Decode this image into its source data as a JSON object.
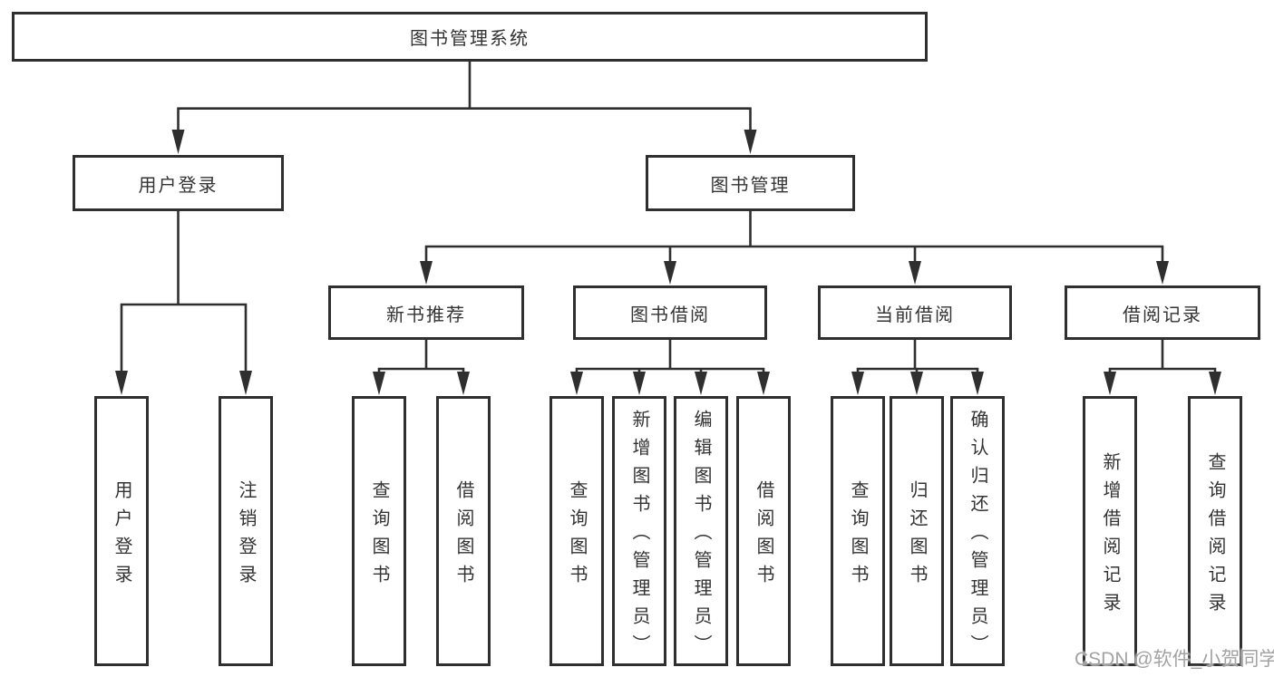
{
  "diagram": {
    "type": "hierarchy-tree",
    "tree": {
      "root": {
        "label": "图书管理系统",
        "children": [
          {
            "label": "用户登录",
            "children": [
              {
                "label": "用户登录"
              },
              {
                "label": "注销登录"
              }
            ]
          },
          {
            "label": "图书管理",
            "children": [
              {
                "label": "新书推荐",
                "children": [
                  {
                    "label": "查询图书"
                  },
                  {
                    "label": "借阅图书"
                  }
                ]
              },
              {
                "label": "图书借阅",
                "children": [
                  {
                    "label": "查询图书"
                  },
                  {
                    "label": "新增图书（管理员）"
                  },
                  {
                    "label": "编辑图书（管理员）"
                  },
                  {
                    "label": "借阅图书"
                  }
                ]
              },
              {
                "label": "当前借阅",
                "children": [
                  {
                    "label": "查询图书"
                  },
                  {
                    "label": "归还图书"
                  },
                  {
                    "label": "确认归还（管理员）"
                  }
                ]
              },
              {
                "label": "借阅记录",
                "children": [
                  {
                    "label": "新增借阅记录"
                  },
                  {
                    "label": "查询借阅记录"
                  }
                ]
              }
            ]
          }
        ]
      }
    },
    "colors": {
      "line": "#2f2f2f",
      "box_border": "#2f2f2f",
      "box_background": "#ffffff",
      "text": "#333333",
      "watermark": "#a3a3a3"
    },
    "watermark": "CSDN @软件_小贺同学"
  }
}
